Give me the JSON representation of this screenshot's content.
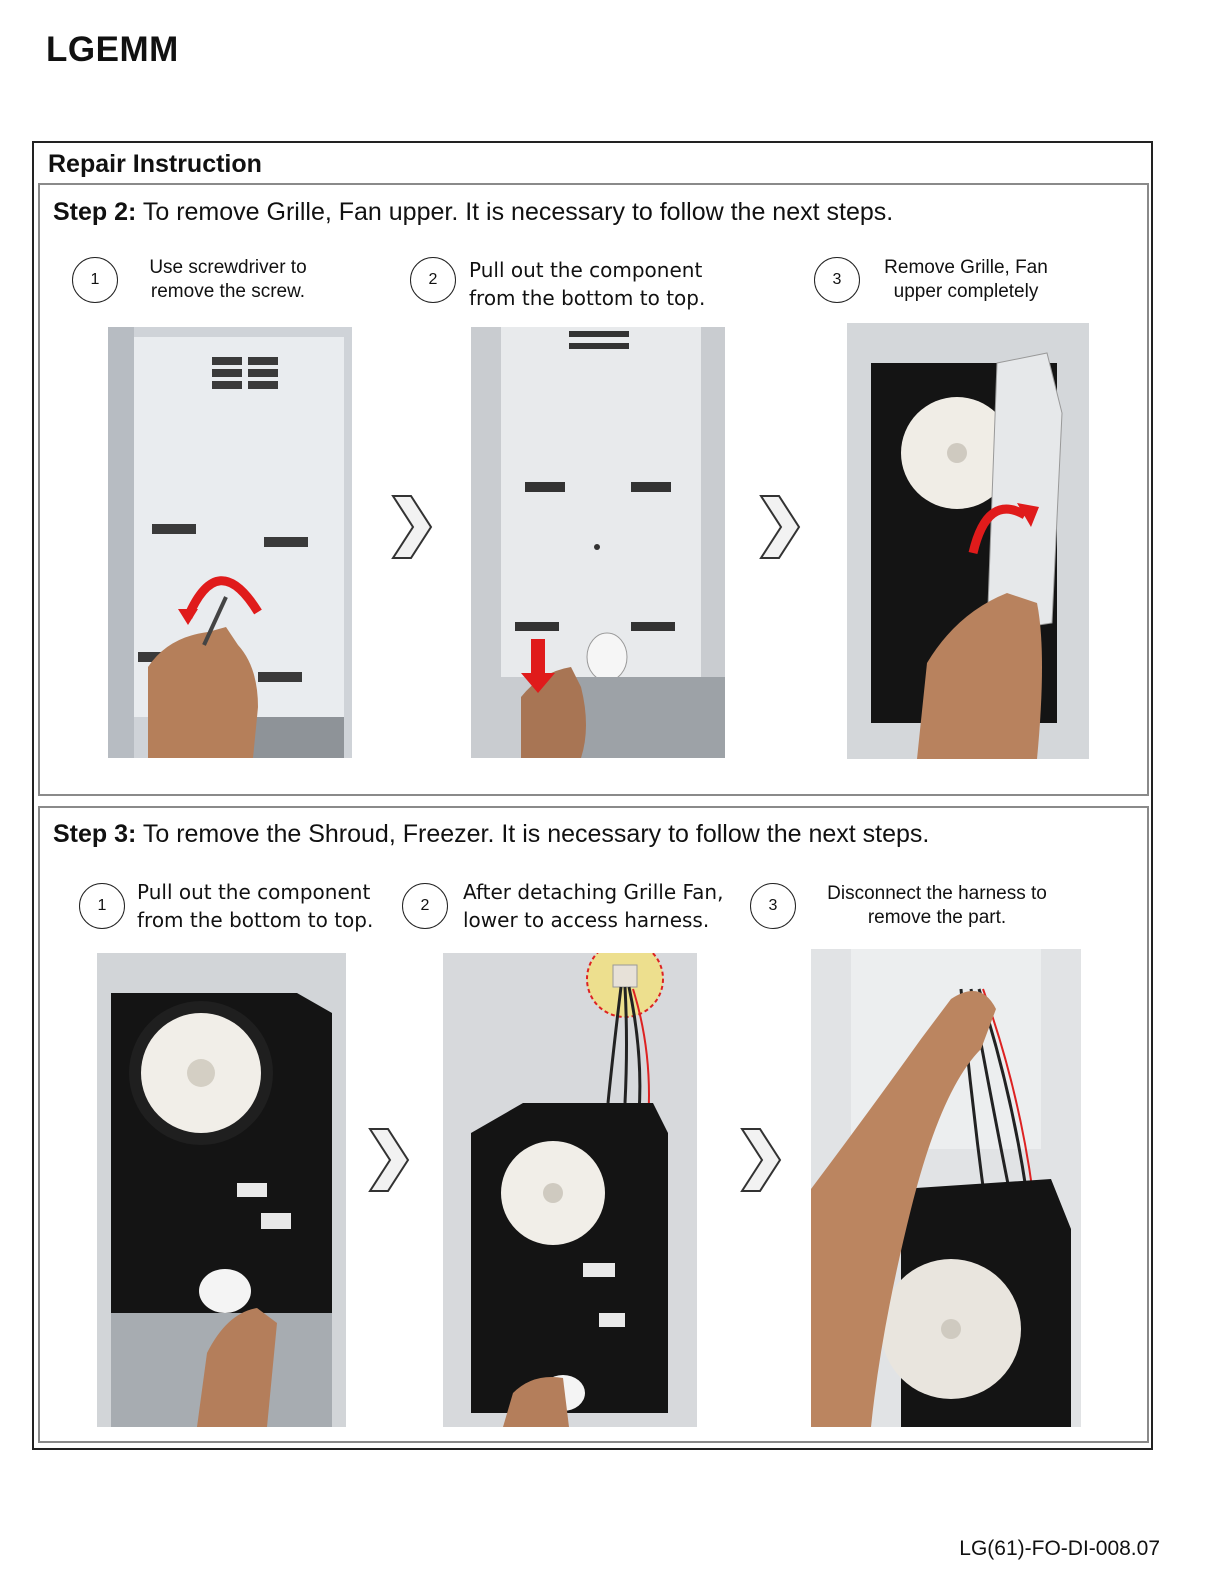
{
  "header": {
    "logo": "LGEMM"
  },
  "section_title": "Repair Instruction",
  "step2": {
    "label": "Step 2:",
    "text": " To remove Grille, Fan upper. It is necessary to follow the next steps.",
    "items": [
      {
        "num": "1",
        "line1": "Use screwdriver to",
        "line2": "remove the screw."
      },
      {
        "num": "2",
        "line1": "Pull out the component",
        "line2": "from the bottom to top."
      },
      {
        "num": "3",
        "line1": "Remove Grille, Fan",
        "line2": "upper completely"
      }
    ]
  },
  "step3": {
    "label": "Step 3:",
    "text": " To remove the Shroud, Freezer. It is necessary to follow the next steps.",
    "items": [
      {
        "num": "1",
        "line1": "Pull out the component",
        "line2": "from the bottom to top."
      },
      {
        "num": "2",
        "line1": "After detaching Grille Fan,",
        "line2": "lower to access harness."
      },
      {
        "num": "3",
        "line1": "Disconnect the harness to",
        "line2": "remove the part."
      }
    ]
  },
  "footer": {
    "code": "LG(61)-FO-DI-008.07"
  },
  "colors": {
    "arrow_red": "#e01b1b",
    "panel_border": "#8a8a8a",
    "highlight_yellow": "#f3e07a"
  }
}
